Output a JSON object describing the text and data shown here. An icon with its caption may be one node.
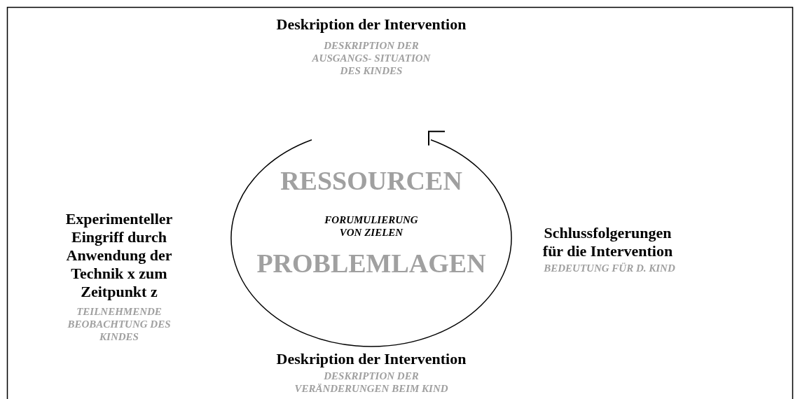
{
  "diagram": {
    "nodes": [
      {
        "text": [
          "RESSOURCEN",
          "FORUMULIERUNG VON ZIELEN",
          "PROBLEMLAGEN"
        ]
      }
    ],
    "edges": [],
    "labels": [
      "Deskription der Intervention",
      "DESKRIPTION DER AUSGANGS- SITUATION DES KINDES",
      "Experimenteller Eingriff durch Anwendung der Technik x zum Zeitpunkt z",
      "TEILNEHMENDE BEOBACHTUNG DES KINDES",
      "Schlussfolgerungen für die Intervention",
      "BEDEUTUNG FÜR D. KIND",
      "Deskription der Intervention",
      "DESKRIPTION DER VERÄNDERUNGEN BEIM KIND"
    ]
  }
}
